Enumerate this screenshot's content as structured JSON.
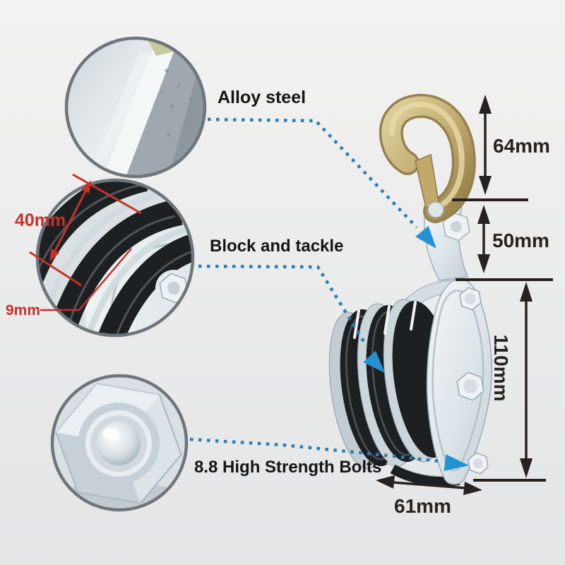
{
  "callouts": {
    "alloy_steel": {
      "label": "Alloy steel"
    },
    "block_and_tackle": {
      "label": "Block and tackle"
    },
    "bolts": {
      "label": "8.8 High Strength Bolts"
    }
  },
  "dimensions": {
    "hook_height": "64mm",
    "shackle_height": "50mm",
    "body_height": "110mm",
    "body_width": "61mm",
    "sheave_diameter": "40mm",
    "groove_width": "9mm"
  },
  "detail_circles": [
    {
      "name": "alloy-steel-close-up"
    },
    {
      "name": "pulley-sheaves-close-up"
    },
    {
      "name": "high-strength-bolt-close-up"
    }
  ],
  "colors": {
    "background_top": "#f2f2f1",
    "background_bottom": "#e5e6e7",
    "dimension_black": "#272220",
    "callout_dot_blue": "#2d7eb3",
    "callout_arrow_blue": "#2492d2",
    "annotation_red": "#c5322a",
    "hook_gold": "#c3ad72",
    "zinc_plate": "#dde5e9",
    "sheave_black": "#1d2022",
    "circle_border_gray": "#6e767c"
  }
}
